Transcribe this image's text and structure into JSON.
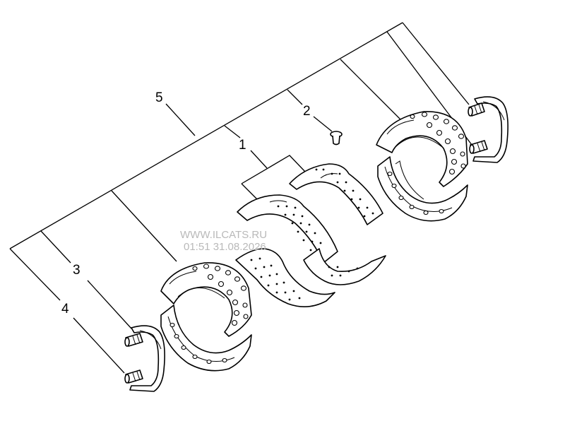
{
  "callouts": {
    "c1": "1",
    "c2": "2",
    "c3": "3",
    "c4": "4",
    "c5": "5"
  },
  "watermark": {
    "site": "WWW.ILCATS.RU",
    "timestamp": "01:51 31.08.2026"
  }
}
